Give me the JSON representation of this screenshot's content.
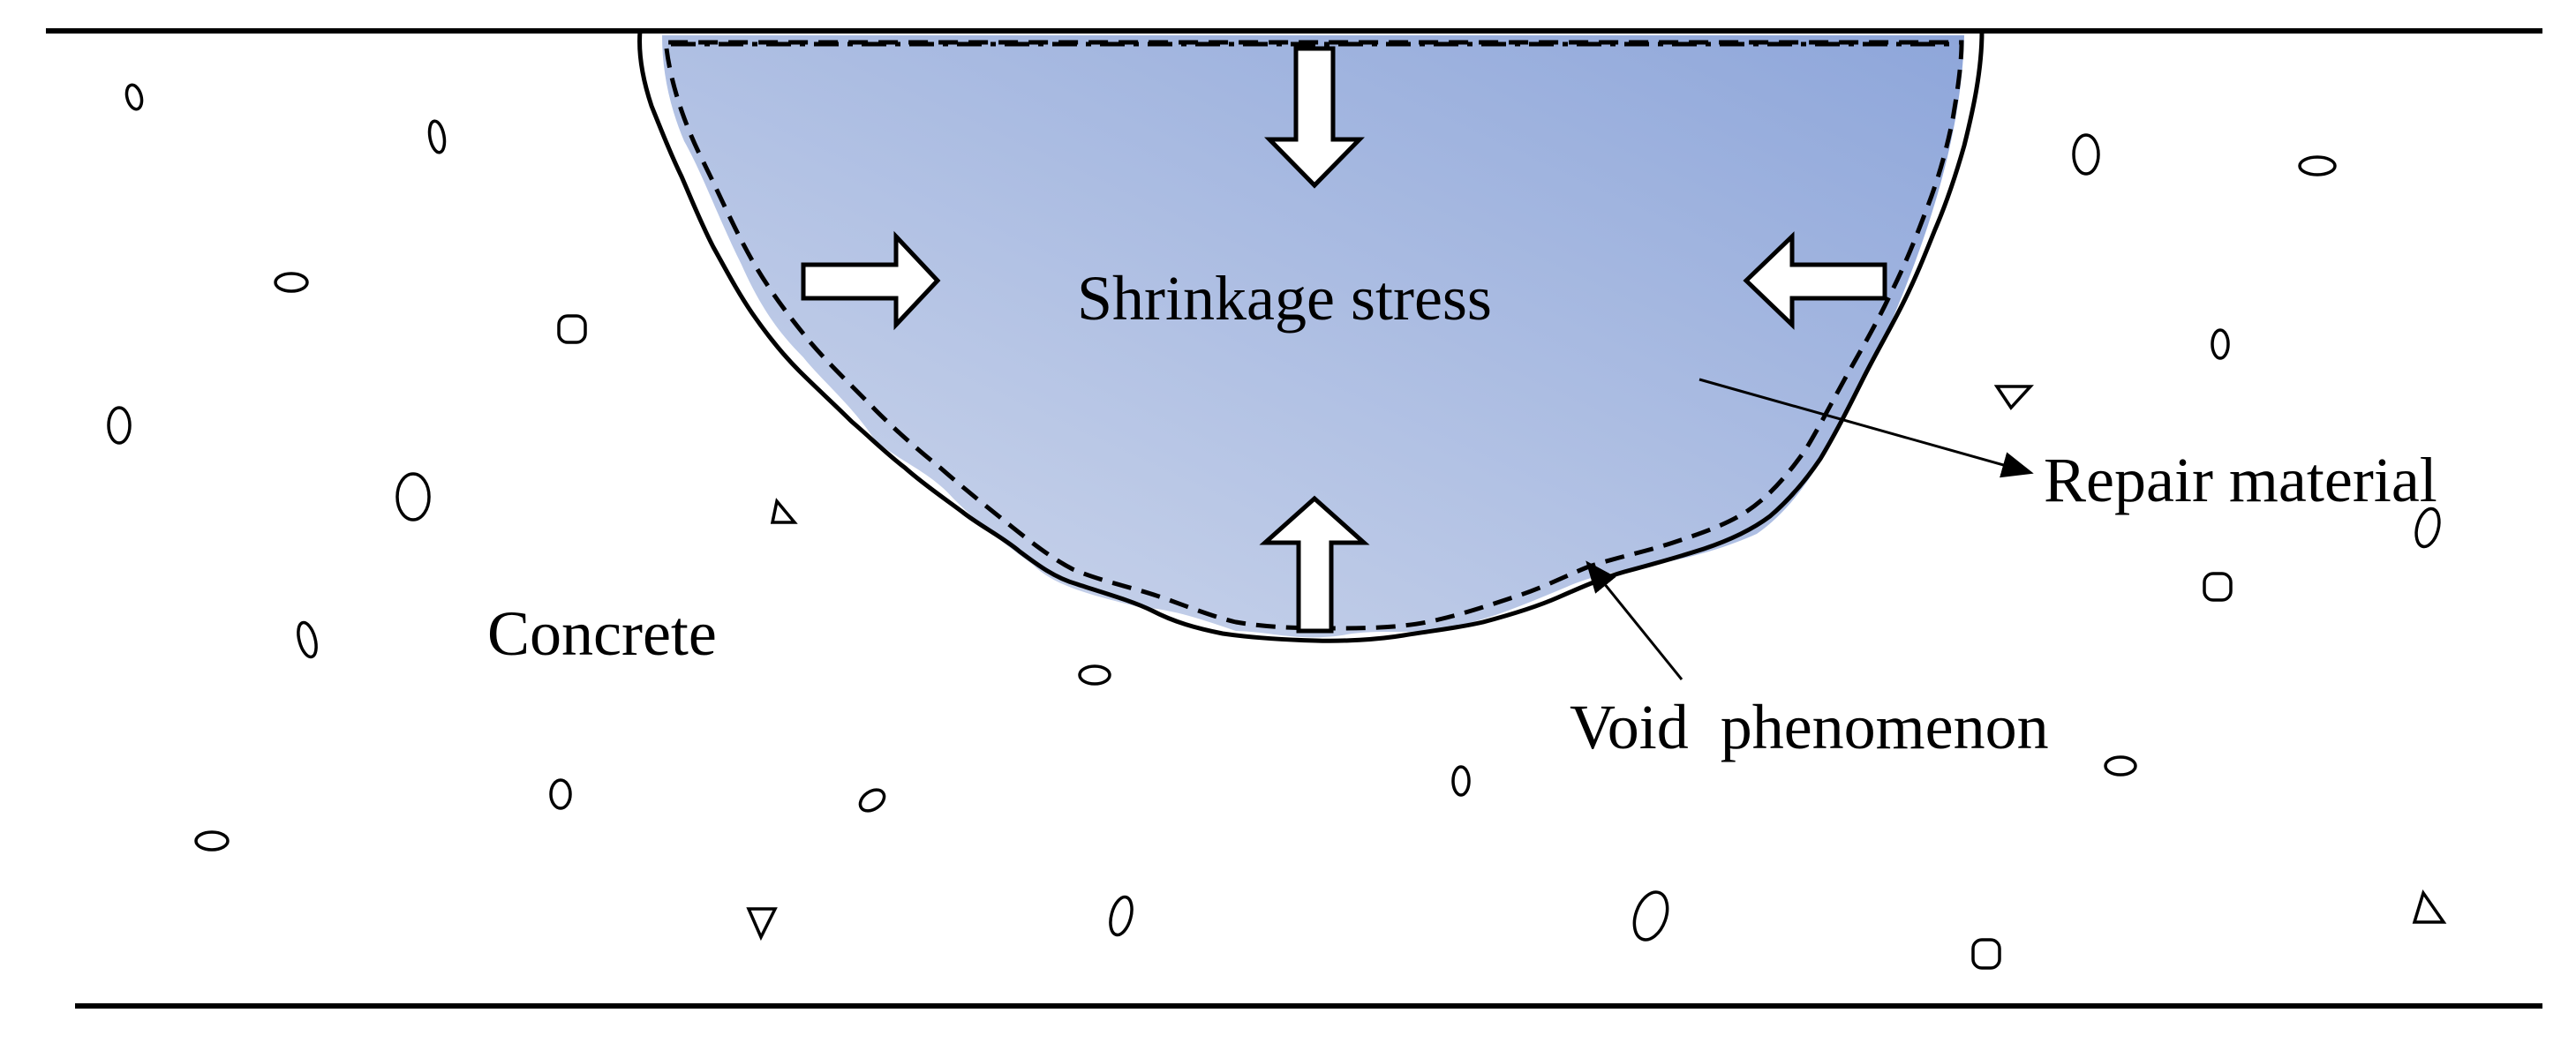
{
  "labels": {
    "shrinkage_stress": "Shrinkage stress",
    "repair_material": "Repair material",
    "concrete": "Concrete",
    "void_phenomenon": "Void  phenomenon"
  },
  "colors": {
    "repair_fill_light": "#cfd8ec",
    "repair_fill_dark": "#8ea6da",
    "line": "#000000",
    "background": "#ffffff"
  }
}
